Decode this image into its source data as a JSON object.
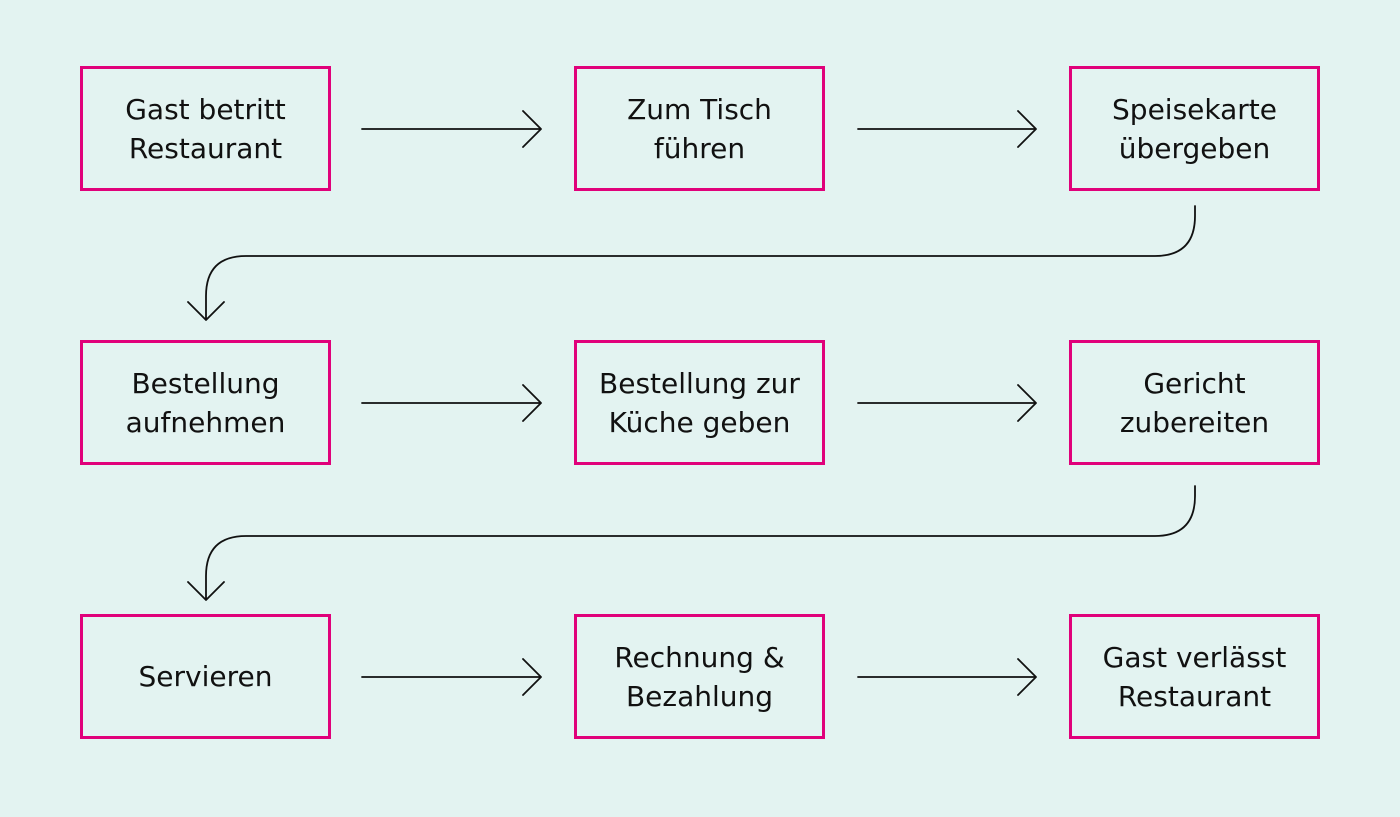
{
  "colors": {
    "background": "#e3f3f1",
    "box_border": "#e0007a",
    "line": "#111111",
    "text": "#111111"
  },
  "steps": [
    {
      "label": "Gast betritt\nRestaurant"
    },
    {
      "label": "Zum Tisch\nführen"
    },
    {
      "label": "Speisekarte\nübergeben"
    },
    {
      "label": "Bestellung\naufnehmen"
    },
    {
      "label": "Bestellung zur\nKüche geben"
    },
    {
      "label": "Gericht\nzubereiten"
    },
    {
      "label": "Servieren"
    },
    {
      "label": "Rechnung &\nBezahlung"
    },
    {
      "label": "Gast verlässt\nRestaurant"
    }
  ]
}
